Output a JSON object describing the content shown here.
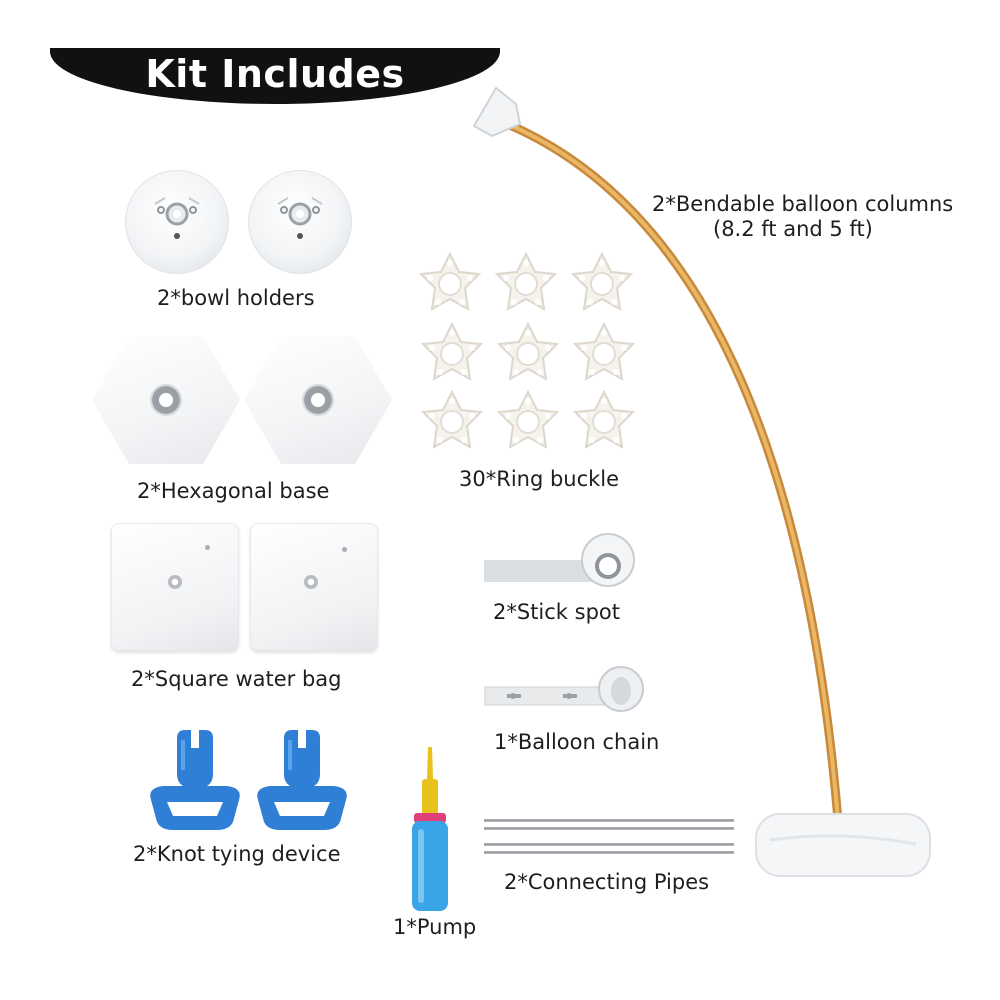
{
  "header": {
    "title": "Kit Includes"
  },
  "items": {
    "bowl_holders": "2*bowl holders",
    "hexagonal_base": "2*Hexagonal base",
    "square_water_bag": "2*Square water bag",
    "knot_tying_device": "2*Knot tying device",
    "pump": "1*Pump",
    "ring_buckle": "30*Ring buckle",
    "stick_spot": "2*Stick spot",
    "balloon_chain": "1*Balloon chain",
    "connecting_pipes": "2*Connecting Pipes",
    "balloon_columns_line1": "2*Bendable balloon columns",
    "balloon_columns_line2": "(8.2 ft and 5 ft)"
  },
  "colors": {
    "banner": "#111111",
    "column_gold": "#d9a04d",
    "knot_blue": "#2f7fd6",
    "pump_blue": "#3aa4e8",
    "pump_yellow": "#e7c21c",
    "pump_pink": "#e0407a"
  }
}
